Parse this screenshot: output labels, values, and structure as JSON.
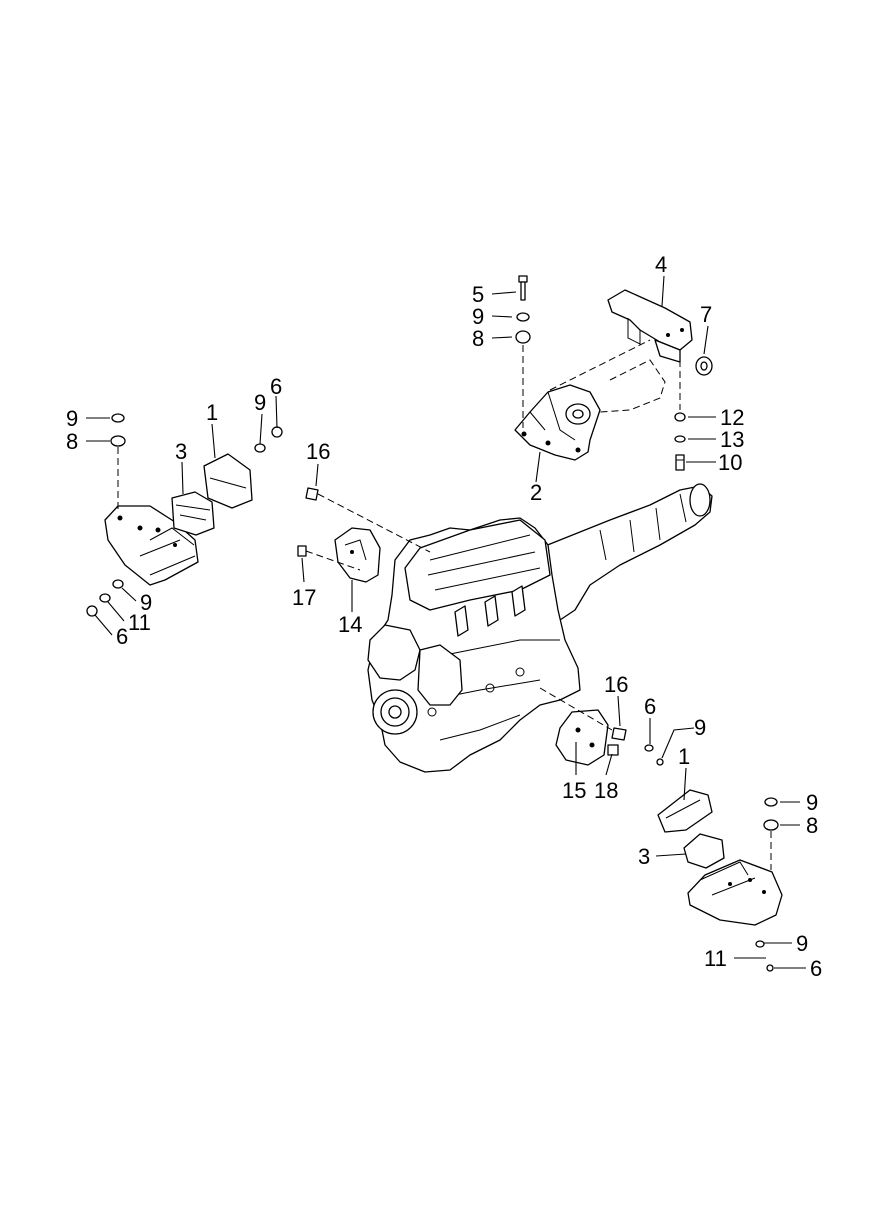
{
  "diagram": {
    "callouts": {
      "c1": "1",
      "c2": "2",
      "c3": "3",
      "c4": "4",
      "c5": "5",
      "c6": "6",
      "c7": "7",
      "c8": "8",
      "c9": "9",
      "c10": "10",
      "c11": "11",
      "c12": "12",
      "c13": "13",
      "c14": "14",
      "c15": "15",
      "c16": "16",
      "c17": "17",
      "c18": "18"
    },
    "parts": [
      "engine-assembly-icon",
      "transmission-icon",
      "mount-insulator-icon",
      "mount-bracket-icon",
      "crossmember-icon",
      "bolt-icon",
      "nut-icon",
      "washer-icon"
    ]
  }
}
